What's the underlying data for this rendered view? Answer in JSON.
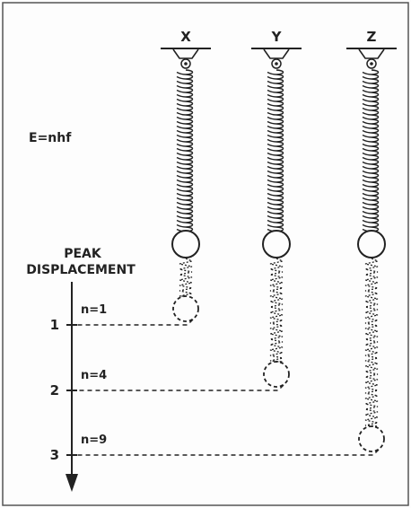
{
  "equation": "E=nhf",
  "springs": [
    {
      "label": "X",
      "n_label": "n=1",
      "n": 1,
      "level": "1"
    },
    {
      "label": "Y",
      "n_label": "n=4",
      "n": 4,
      "level": "2"
    },
    {
      "label": "Z",
      "n_label": "n=9",
      "n": 9,
      "level": "3"
    }
  ],
  "axis": {
    "title_line1": "PEAK",
    "title_line2": "DISPLACEMENT"
  },
  "colors": {
    "ink": "#222222",
    "border": "#444444",
    "background": "#fdfdfd"
  }
}
